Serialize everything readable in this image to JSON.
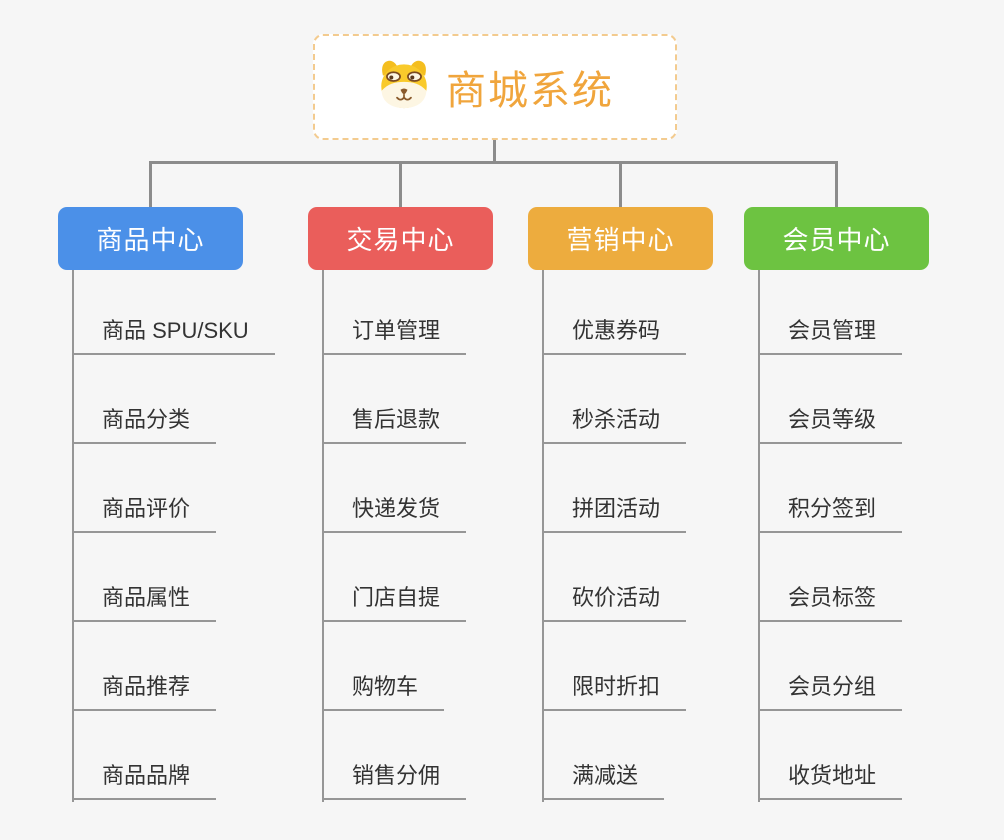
{
  "root": {
    "title": "商城系统",
    "icon": "shiba-dog-icon"
  },
  "branches": [
    {
      "label": "商品中心",
      "color": "#4B90E8",
      "items": [
        "商品 SPU/SKU",
        "商品分类",
        "商品评价",
        "商品属性",
        "商品推荐",
        "商品品牌"
      ]
    },
    {
      "label": "交易中心",
      "color": "#EA5E5B",
      "items": [
        "订单管理",
        "售后退款",
        "快递发货",
        "门店自提",
        "购物车",
        "销售分佣"
      ]
    },
    {
      "label": "营销中心",
      "color": "#EDAC3E",
      "items": [
        "优惠券码",
        "秒杀活动",
        "拼团活动",
        "砍价活动",
        "限时折扣",
        "满减送"
      ]
    },
    {
      "label": "会员中心",
      "color": "#6DC341",
      "items": [
        "会员管理",
        "会员等级",
        "积分签到",
        "会员标签",
        "会员分组",
        "收货地址"
      ]
    }
  ],
  "palette": {
    "background": "#F6F6F6",
    "connector_line": "#8C8C8C",
    "item_underline": "#969696",
    "root_accent": "#F0A53C",
    "root_border": "#F3CB8F",
    "item_text": "#333333"
  }
}
